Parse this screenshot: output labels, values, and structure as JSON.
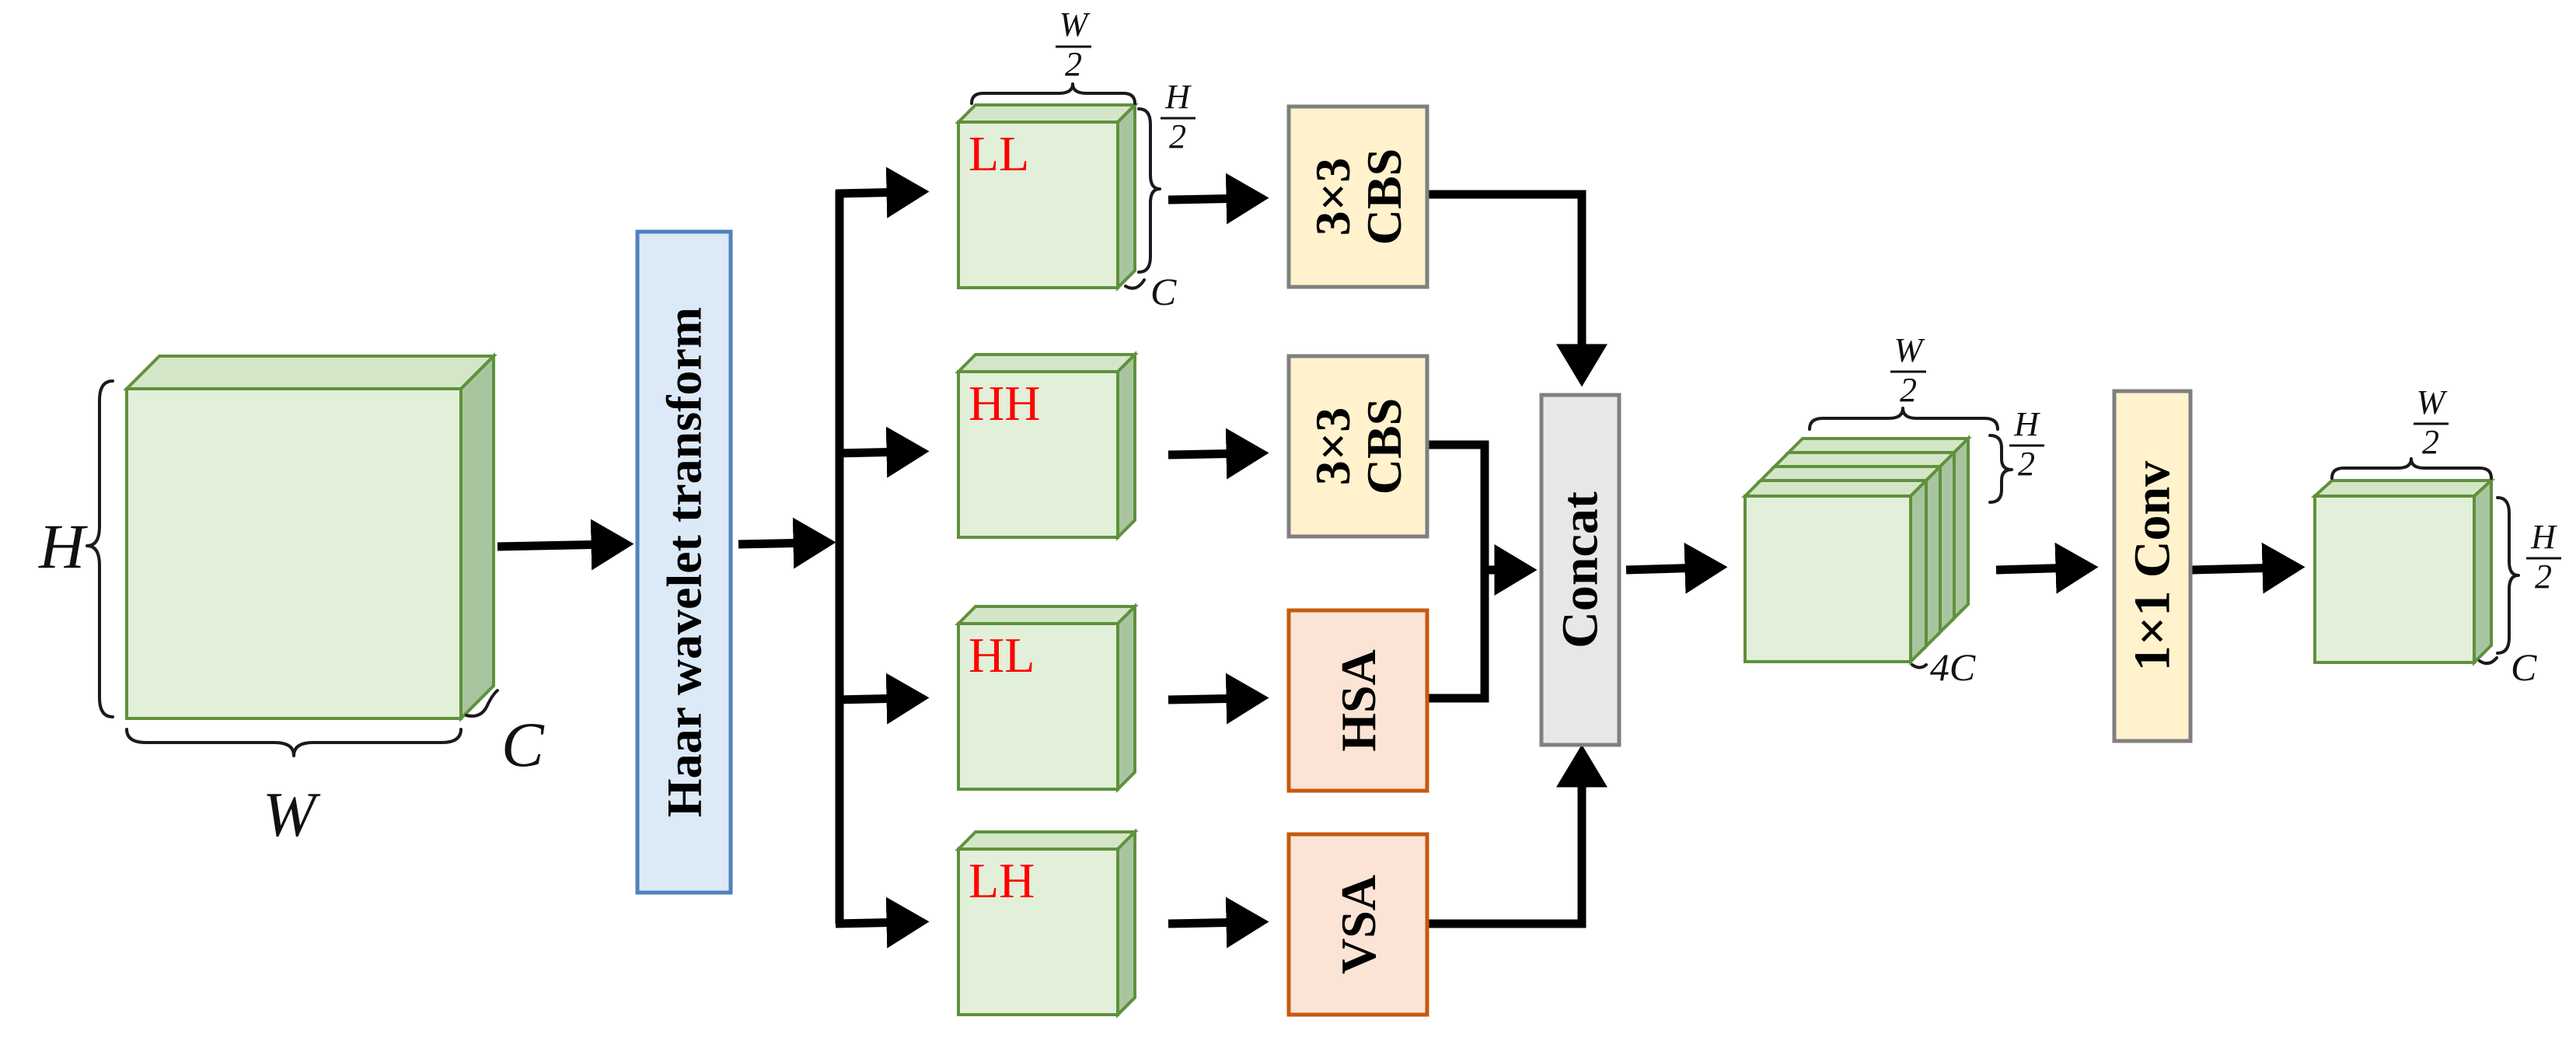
{
  "input": {
    "height_label": "H",
    "width_label": "W",
    "channel_label": "C"
  },
  "haar_block": {
    "label": "Haar wavelet transform",
    "fill": "#dce9f6",
    "stroke": "#4f81bd"
  },
  "subbands": [
    {
      "label": "LL",
      "op": "3×3\nCBS",
      "op_kind": "cbs"
    },
    {
      "label": "HH",
      "op": "3×3\nCBS",
      "op_kind": "cbs"
    },
    {
      "label": "HL",
      "op": "HSA",
      "op_kind": "sa"
    },
    {
      "label": "LH",
      "op": "VSA",
      "op_kind": "sa"
    }
  ],
  "subband_dims": {
    "width_num": "W",
    "width_den": "2",
    "height_num": "H",
    "height_den": "2",
    "channel": "C"
  },
  "concat_block": {
    "label": "Concat",
    "fill": "#e7e7e7",
    "stroke": "#7f7f7f"
  },
  "concat_output_dims": {
    "width_num": "W",
    "width_den": "2",
    "height_num": "H",
    "height_den": "2",
    "channel": "4C"
  },
  "conv_block": {
    "label": "1×1 Conv",
    "fill": "#fff2cc",
    "stroke": "#7f7f7f"
  },
  "output_dims": {
    "width_num": "W",
    "width_den": "2",
    "height_num": "H",
    "height_den": "2",
    "channel": "C"
  },
  "colors": {
    "cube_front": "#e2efd9",
    "cube_side": "#a9c5a0",
    "cube_top": "#d4e6c8",
    "cube_stroke": "#5f913c",
    "band_label": "#ff0000",
    "cbs_fill": "#fff2cc",
    "cbs_stroke": "#7f7f7f",
    "sa_fill": "#fbe4d5",
    "sa_stroke": "#c55a11",
    "arrow": "#000000"
  }
}
